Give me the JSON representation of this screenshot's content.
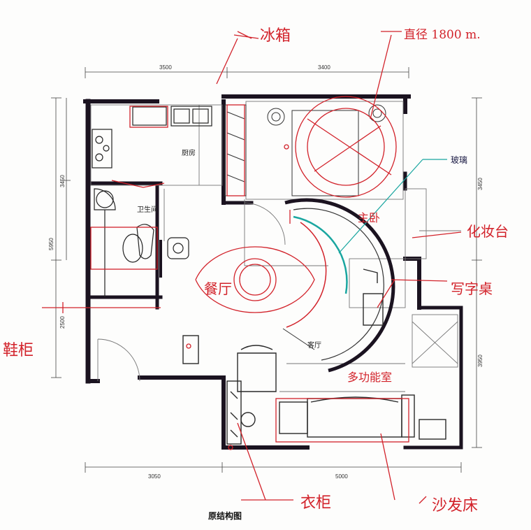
{
  "title": "原结构图",
  "dimensions": {
    "top": [
      "3500",
      "3400"
    ],
    "bottom": [
      "3050",
      "5000"
    ],
    "left": [
      "5950",
      "3450",
      "2500"
    ],
    "right": [
      "3450",
      "3950"
    ]
  },
  "rooms": {
    "kitchen": "厨房",
    "bathroom": "卫生间",
    "living": "客厅"
  },
  "annotations": {
    "fridge": "冰箱",
    "round_bed": "直径 1800 m.",
    "glass": "玻璃",
    "master_bedroom": "主卧",
    "vanity": "化妆台",
    "desk": "写字桌",
    "shoe_cabinet": "鞋柜",
    "restaurant": "餐厅",
    "multi_function": "多功能室",
    "wardrobe": "衣柜",
    "sofa_bed": "沙发床"
  },
  "colors": {
    "wall": "#1b1320",
    "furniture": "#2a2a2a",
    "red": "#d2222a",
    "glass": "#1aa6a0"
  }
}
